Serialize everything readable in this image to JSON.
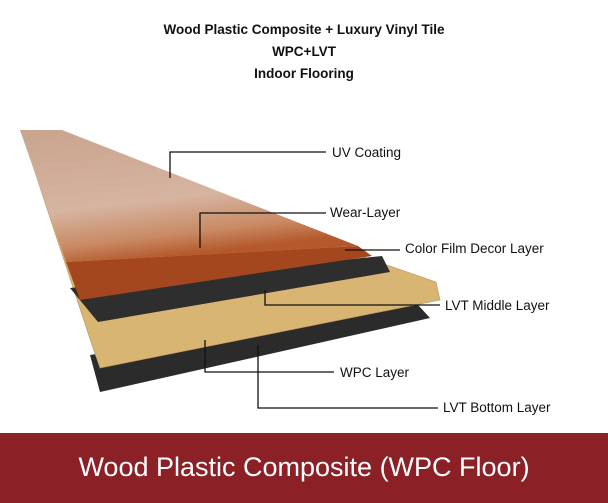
{
  "title_lines": [
    "Wood Plastic Composite + Luxury Vinyl Tile",
    "WPC+LVT",
    "Indoor Flooring"
  ],
  "layers": [
    "UV Coating",
    "Wear-Layer",
    "Color Film Decor Layer",
    "LVT Middle Layer",
    "WPC Layer",
    "LVT Bottom Layer"
  ],
  "banner": "Wood Plastic Composite (WPC Floor)",
  "colors": {
    "banner": "#8b2026",
    "wpc": "#d9b574",
    "lvt": "#2e2e2e",
    "wood": "#b85a2c"
  }
}
